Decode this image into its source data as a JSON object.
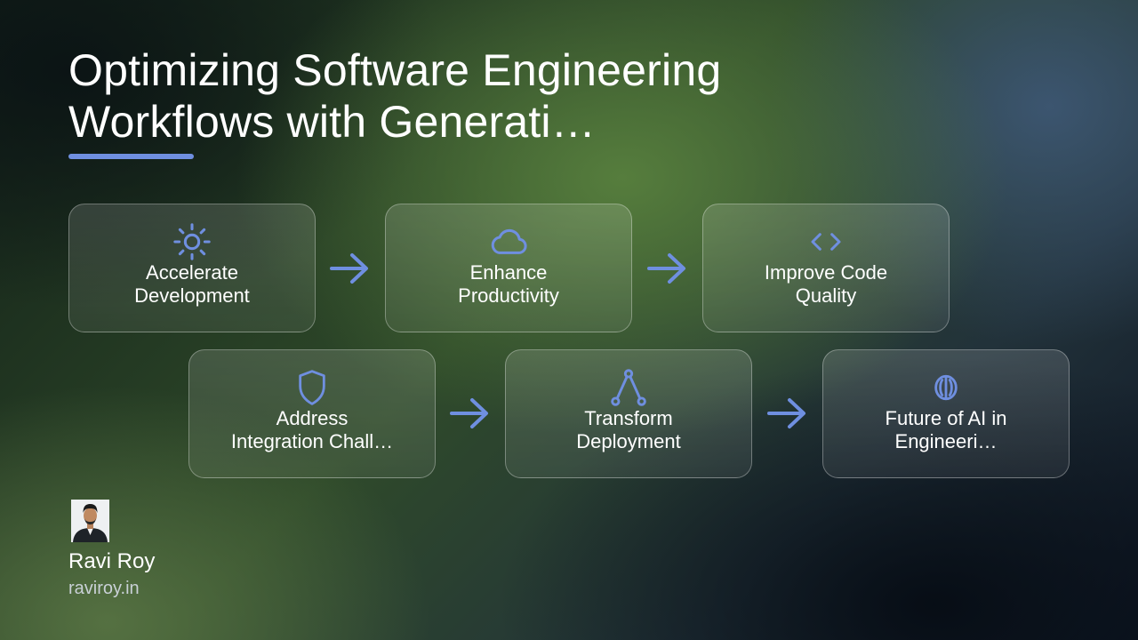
{
  "slide": {
    "title_line1": "Optimizing Software Engineering",
    "title_line2": "Workflows with Generati…",
    "accent_color": "#6f8fe0"
  },
  "cards": [
    {
      "label": "Accelerate\nDevelopment",
      "icon": "sun-icon"
    },
    {
      "label": "Enhance\nProductivity",
      "icon": "cloud-icon"
    },
    {
      "label": "Improve Code\nQuality",
      "icon": "code-icon"
    },
    {
      "label": "Address\nIntegration Chall…",
      "icon": "shield-icon"
    },
    {
      "label": "Transform\nDeployment",
      "icon": "git-branch-icon"
    },
    {
      "label": "Future of AI in\nEngineeri…",
      "icon": "brain-icon"
    }
  ],
  "author": {
    "name": "Ravi Roy",
    "site": "raviroy.in"
  }
}
